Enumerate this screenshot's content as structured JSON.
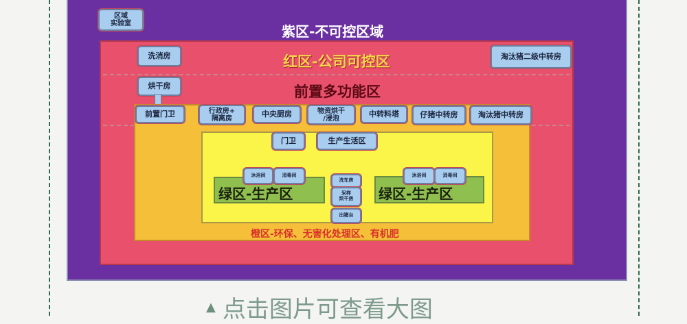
{
  "diagram": {
    "purple_zone": "紫区-不可控区域",
    "red_zone": "红区-公司可控区",
    "front_zone": "前置多功能区",
    "orange_zone": "橙区-环保、无害化处理区、有机肥",
    "green_zone_left": "绿区-生产区",
    "green_zone_right": "绿区-生产区",
    "rooms": {
      "lab": "区域\n实验室",
      "wash": "洗消房",
      "dry": "烘干房",
      "cull_secondary": "淘汰猪二级中转房",
      "front_gate": "前置门卫",
      "admin": "行政房+\n隔离房",
      "kitchen": "中央厨房",
      "material": "物资烘干\n/浸泡",
      "feed_tower": "中转料塔",
      "piglet": "仔猪中转房",
      "cull": "淘汰猪中转房",
      "gate": "门卫",
      "living": "生产生活区",
      "bath_l": "沐浴间",
      "disinfect_l": "消毒间",
      "bath_r": "沐浴间",
      "disinfect_r": "消毒间",
      "carwash": "洗车房",
      "sample_dry": "采样\n烘干房",
      "loading": "出猪台"
    },
    "colors": {
      "purple": "#6a2fa0",
      "red": "#e8506c",
      "orange": "#f5bf3a",
      "yellow": "#fbf54a",
      "green": "#8fbf4e"
    }
  },
  "caption": {
    "icon": "triangle-up-icon",
    "text": "点击图片可查看大图"
  }
}
